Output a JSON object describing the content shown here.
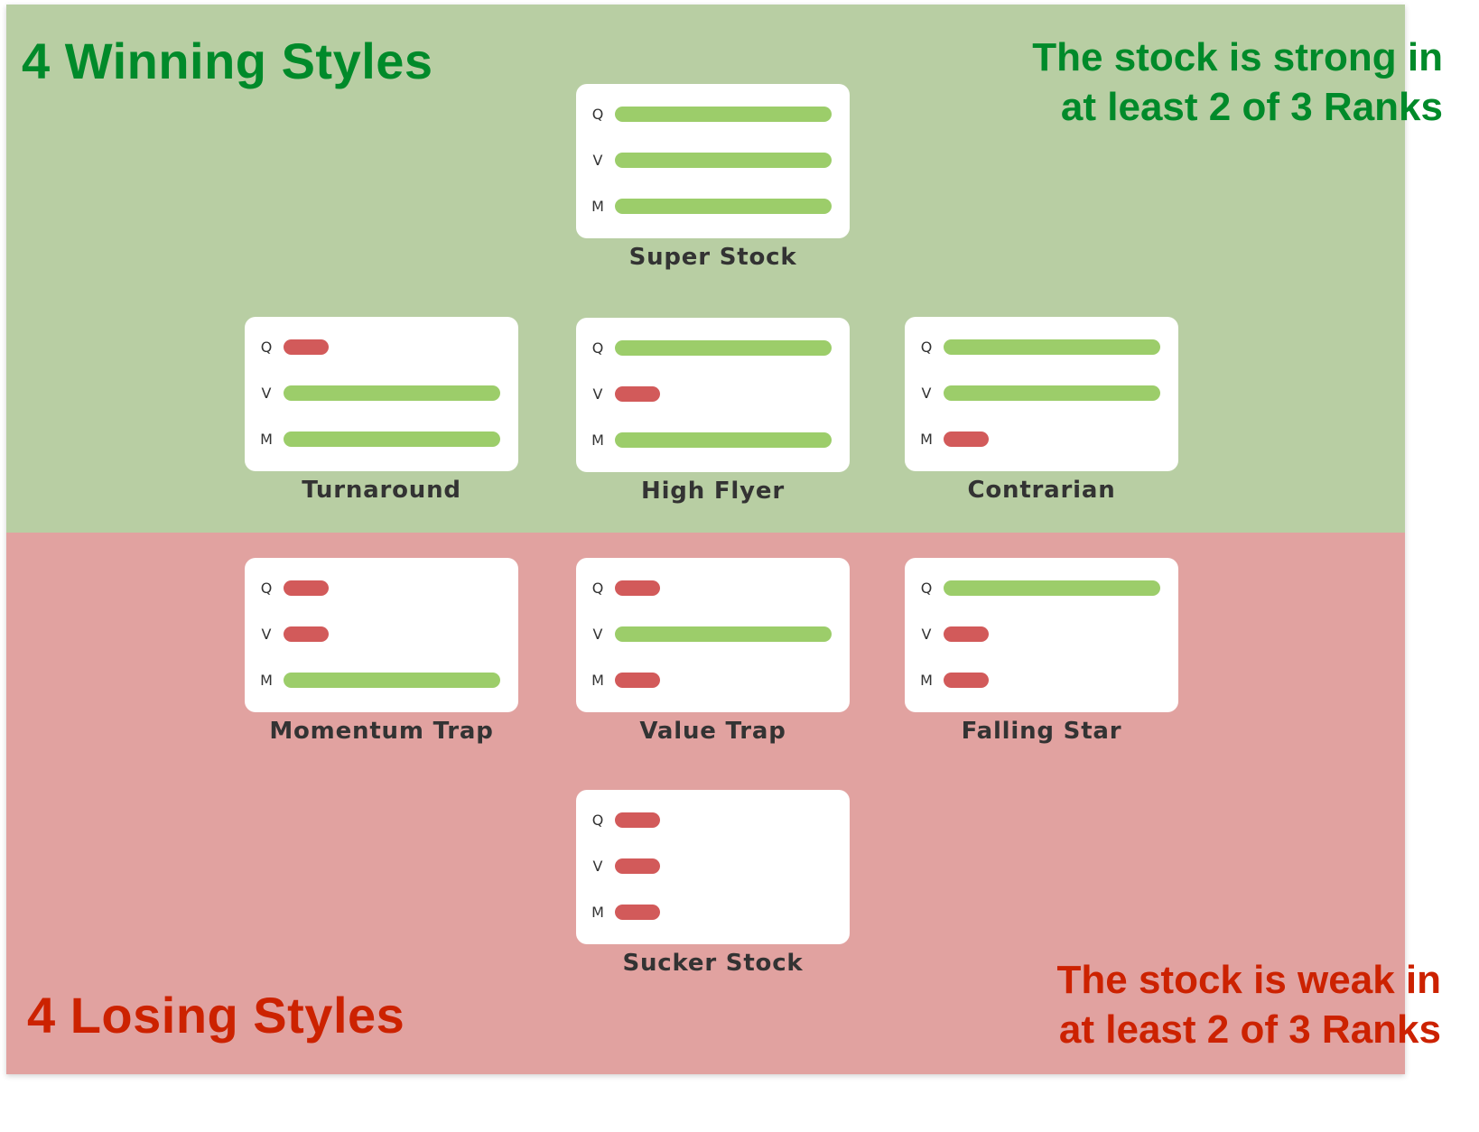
{
  "winning": {
    "title": "4 Winning Styles",
    "note_line1": "The stock is strong in",
    "note_line2": "at least 2 of 3 Ranks",
    "bg_color": "#b8cea3",
    "text_color": "#008a2a"
  },
  "losing": {
    "title": "4 Losing Styles",
    "note_line1": "The stock is weak in",
    "note_line2": "at least 2 of 3 Ranks",
    "bg_color": "#e1a2a0",
    "text_color": "#cc2200"
  },
  "legend": {
    "strong_color": "#9ccd6a",
    "weak_color": "#d25a5a"
  },
  "rank_labels": [
    "Q",
    "V",
    "M"
  ],
  "styles": [
    {
      "name": "Super Stock",
      "group": "winning",
      "Q": "strong",
      "V": "strong",
      "M": "strong"
    },
    {
      "name": "Turnaround",
      "group": "winning",
      "Q": "weak",
      "V": "strong",
      "M": "strong"
    },
    {
      "name": "High Flyer",
      "group": "winning",
      "Q": "strong",
      "V": "weak",
      "M": "strong"
    },
    {
      "name": "Contrarian",
      "group": "winning",
      "Q": "strong",
      "V": "strong",
      "M": "weak"
    },
    {
      "name": "Momentum Trap",
      "group": "losing",
      "Q": "weak",
      "V": "weak",
      "M": "strong"
    },
    {
      "name": "Value Trap",
      "group": "losing",
      "Q": "weak",
      "V": "strong",
      "M": "weak"
    },
    {
      "name": "Falling Star",
      "group": "losing",
      "Q": "strong",
      "V": "weak",
      "M": "weak"
    },
    {
      "name": "Sucker Stock",
      "group": "losing",
      "Q": "weak",
      "V": "weak",
      "M": "weak"
    }
  ]
}
